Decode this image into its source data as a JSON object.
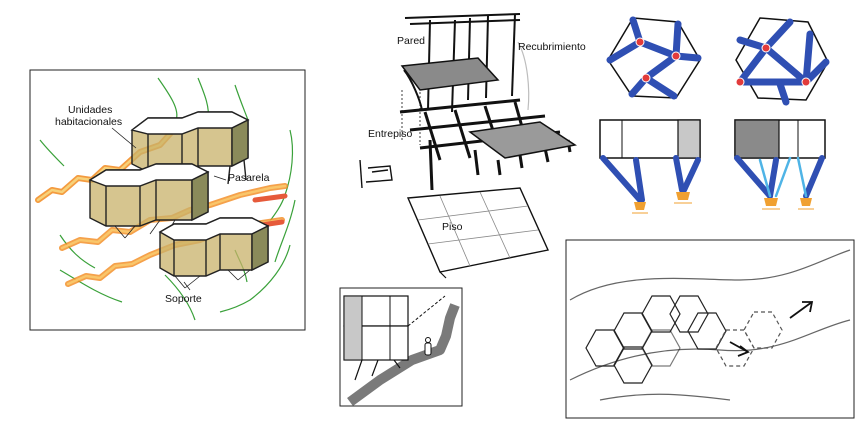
{
  "panels": {
    "site": {
      "labels": {
        "units_line1": "Unidades",
        "units_line2": "habitacionales",
        "walkway": "Pasarela",
        "support": "Soporte"
      }
    },
    "exploded": {
      "labels": {
        "wall": "Pared",
        "cladding": "Recubrimiento",
        "mezzanine": "Entrepiso",
        "floor": "Piso"
      }
    }
  },
  "colors": {
    "contour": "#3aa13a",
    "unit_fill": "#c8b26a",
    "walkway": "#f28a1e",
    "structure_blue": "#2f4fb3",
    "brace_light_blue": "#4fb4e6",
    "joint_red": "#e23b3b",
    "footing": "#f0a030",
    "panel_gray": "#8a8a8a",
    "path_gray": "#7a7a7a"
  }
}
